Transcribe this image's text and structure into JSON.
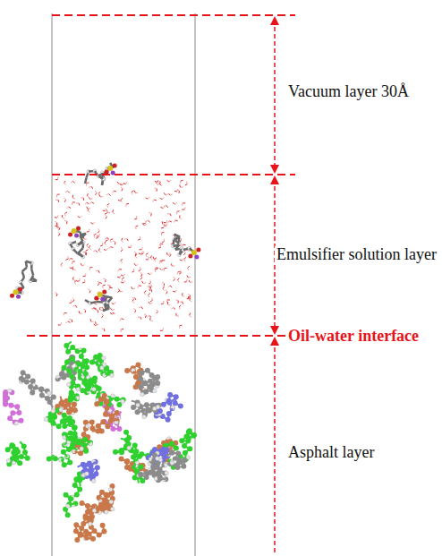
{
  "diagram": {
    "labels": [
      "Vacuum layer 30Å",
      "Emulsifier solution layer",
      "Oil-water interface",
      "Asphalt layer"
    ]
  }
}
